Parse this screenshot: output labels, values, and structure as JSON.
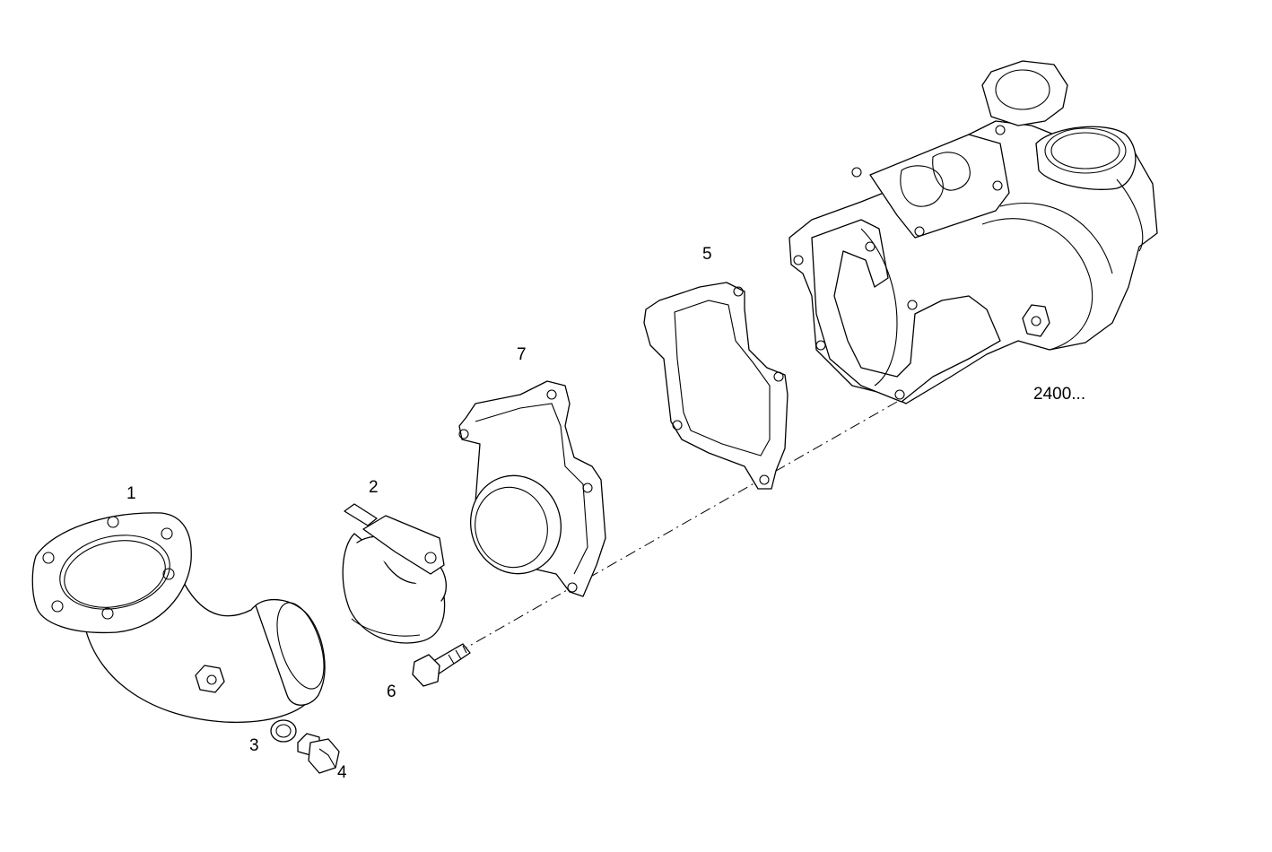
{
  "callouts": [
    {
      "id": "1",
      "text": "1"
    },
    {
      "id": "2",
      "text": "2"
    },
    {
      "id": "3",
      "text": "3"
    },
    {
      "id": "4",
      "text": "4"
    },
    {
      "id": "5",
      "text": "5"
    },
    {
      "id": "6",
      "text": "6"
    },
    {
      "id": "7",
      "text": "7"
    }
  ],
  "reference": "2400..."
}
